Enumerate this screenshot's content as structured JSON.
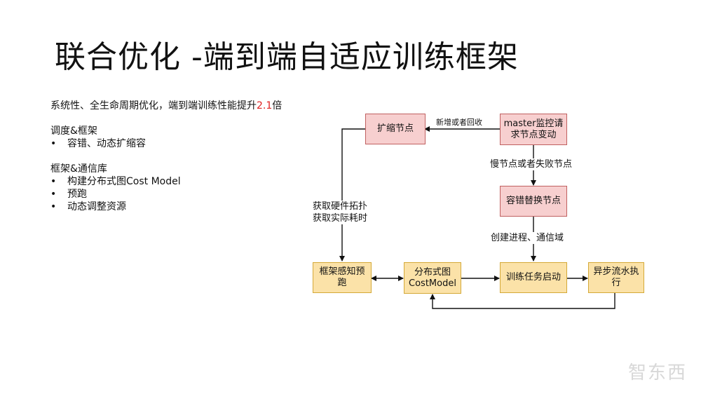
{
  "slide": {
    "title": "联合优化 -端到端自适应训练框架"
  },
  "bullets": {
    "intro_prefix": "系统性、全生命周期优化，端到端训练性能提升",
    "intro_accent": "2.1",
    "intro_suffix": "倍",
    "section1_heading": "调度&框架",
    "section1_items": [
      "容错、动态扩缩容"
    ],
    "section2_heading": "框架&通信库",
    "section2_items": [
      "构建分布式图Cost Model",
      "预跑",
      "动态调整资源"
    ],
    "bullet_char": "•"
  },
  "diagram": {
    "nodes": {
      "expand": "扩缩节点",
      "master": "master监控请求节点变动",
      "replace": "容错替换节点",
      "prerun": "框架感知预跑",
      "costmodel": "分布式图\nCostModel",
      "launch": "训练任务启动",
      "pipeline": "异步流水执行"
    },
    "edge_labels": {
      "master_to_expand": "新增或者回收",
      "master_to_replace": "慢节点或者失败节点",
      "expand_to_prerun_line1": "获取硬件拓扑",
      "expand_to_prerun_line2": "获取实际耗时",
      "replace_to_launch": "创建进程、通信域"
    },
    "colors": {
      "red_fill": "#f7cfcf",
      "red_border": "#c06060",
      "yellow_fill": "#fbe2a8",
      "yellow_border": "#d4a938"
    }
  },
  "watermark": "智东西"
}
